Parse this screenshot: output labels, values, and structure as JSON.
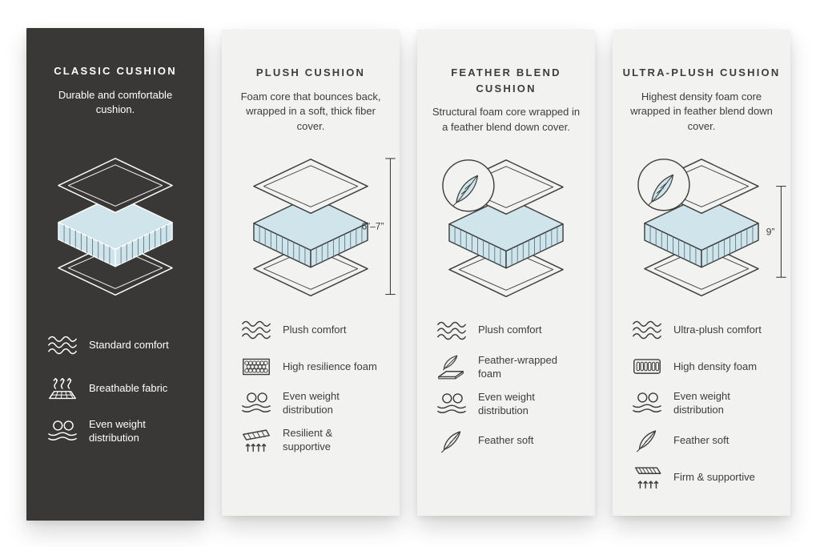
{
  "colors": {
    "page_background": "#ffffff",
    "dark_card_background": "#3a3836",
    "light_card_background": "#f2f2f0",
    "foam_fill": "#cfe5eb",
    "outline_dark": "#3d3d3d",
    "outline_light": "#ffffff"
  },
  "columns": [
    {
      "id": "classic",
      "title": "CLASSIC CUSHION",
      "description": "Durable and comfortable cushion.",
      "features": [
        {
          "icon": "waves-icon",
          "label": "Standard comfort"
        },
        {
          "icon": "breathable-fabric-icon",
          "label": "Breathable fabric"
        },
        {
          "icon": "even-weight-icon",
          "label": "Even weight distribution"
        }
      ]
    },
    {
      "id": "plush",
      "title": "PLUSH CUSHION",
      "description": "Foam core that bounces back, wrapped in a soft, thick fiber cover.",
      "dimension": "6”–7”",
      "features": [
        {
          "icon": "waves-icon",
          "label": "Plush comfort"
        },
        {
          "icon": "honeycomb-foam-icon",
          "label": "High resilience foam"
        },
        {
          "icon": "even-weight-icon",
          "label": "Even weight distribution"
        },
        {
          "icon": "resilient-supportive-icon",
          "label": "Resilient & supportive"
        }
      ]
    },
    {
      "id": "feather-blend",
      "title": "FEATHER BLEND CUSHION",
      "description": "Structural foam core wrapped in a feather blend down cover.",
      "has_feather_badge": true,
      "features": [
        {
          "icon": "waves-icon",
          "label": "Plush comfort"
        },
        {
          "icon": "feather-wrapped-foam-icon",
          "label": "Feather-wrapped foam"
        },
        {
          "icon": "even-weight-icon",
          "label": "Even weight distribution"
        },
        {
          "icon": "feather-icon",
          "label": "Feather soft"
        }
      ]
    },
    {
      "id": "ultra-plush",
      "title": "ULTRA-PLUSH CUSHION",
      "description": "Highest density foam core wrapped in feather blend down cover.",
      "dimension": "9”",
      "has_feather_badge": true,
      "features": [
        {
          "icon": "waves-icon",
          "label": "Ultra-plush comfort"
        },
        {
          "icon": "high-density-foam-icon",
          "label": "High density foam"
        },
        {
          "icon": "even-weight-icon",
          "label": "Even weight distribution"
        },
        {
          "icon": "feather-icon",
          "label": "Feather soft"
        },
        {
          "icon": "firm-supportive-icon",
          "label": "Firm & supportive"
        }
      ]
    }
  ]
}
